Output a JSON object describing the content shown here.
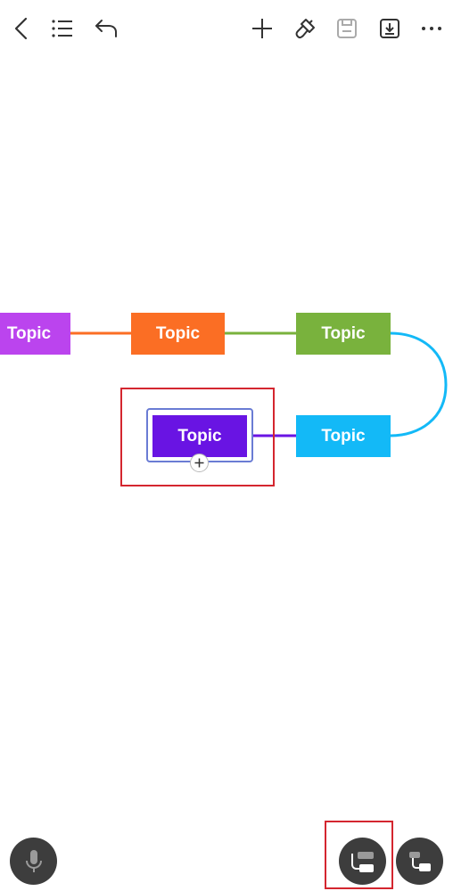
{
  "toolbar": {
    "icons": [
      "back-icon",
      "outline-list-icon",
      "undo-icon",
      "add-icon",
      "format-brush-icon",
      "save-icon",
      "export-download-icon",
      "more-icon"
    ]
  },
  "mindmap": {
    "topics": [
      {
        "id": "topic-purple-left",
        "label": "Topic",
        "color": "#bb44ee"
      },
      {
        "id": "topic-orange",
        "label": "Topic",
        "color": "#fb6e24"
      },
      {
        "id": "topic-green",
        "label": "Topic",
        "color": "#79b23d"
      },
      {
        "id": "topic-blue",
        "label": "Topic",
        "color": "#13b9f7"
      },
      {
        "id": "topic-selected",
        "label": "Topic",
        "color": "#6914e3",
        "selected": true
      }
    ],
    "add_child_label": "+"
  },
  "colors": {
    "selection_border": "#6a7cd4",
    "highlight": "#d4262f",
    "fab_background": "#3d3d3d"
  },
  "bottom_bar": {
    "icons": [
      "microphone-icon",
      "layout-icon",
      "structure-icon"
    ]
  }
}
